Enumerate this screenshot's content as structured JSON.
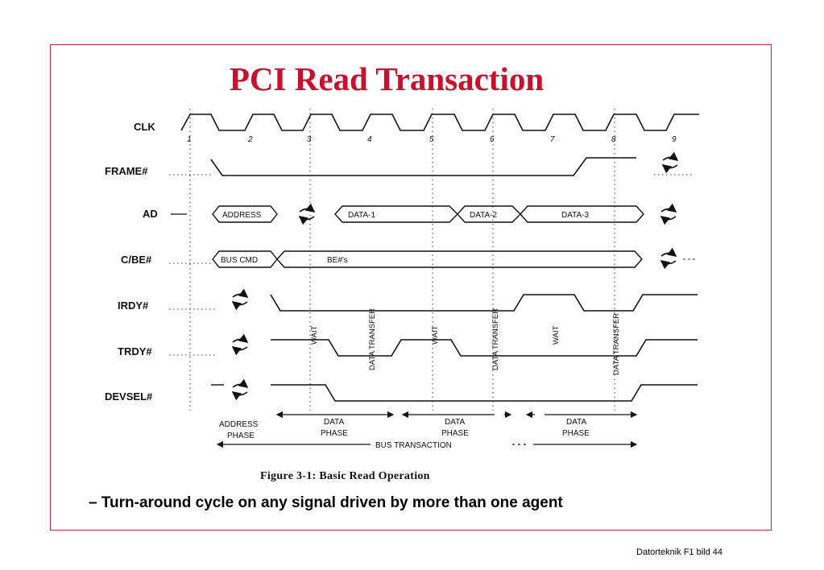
{
  "slide": {
    "title": "PCI Read Transaction",
    "bullet": "– Turn-around cycle on any signal driven by more than one agent",
    "footer": "Datorteknik F1 bild 44"
  },
  "figure": {
    "caption": "Figure 3-1:  Basic Read Operation",
    "signals": [
      "CLK",
      "FRAME#",
      "AD",
      "C/BE#",
      "IRDY#",
      "TRDY#",
      "DEVSEL#"
    ],
    "clock_numbers": [
      "1",
      "2",
      "3",
      "4",
      "5",
      "6",
      "7",
      "8",
      "9"
    ],
    "ad_values": [
      "ADDRESS",
      "DATA-1",
      "DATA-2",
      "DATA-3"
    ],
    "cbe_values": [
      "BUS CMD",
      "BE#'s"
    ],
    "annotations": {
      "wait_1": "WAIT",
      "transfer_1": "DATA TRANSFER",
      "wait_2": "WAIT",
      "transfer_2": "DATA TRANSFER",
      "wait_3": "WAIT",
      "transfer_3": "DATA TRANSFER"
    },
    "phases": {
      "address_phase": [
        "ADDRESS",
        "PHASE"
      ],
      "data_phase_1": [
        "DATA",
        "PHASE"
      ],
      "data_phase_2": [
        "DATA",
        "PHASE"
      ],
      "data_phase_3": [
        "DATA",
        "PHASE"
      ],
      "bus_transaction": "BUS TRANSACTION"
    },
    "icons": {
      "turnaround": "turnaround-arrows-icon"
    }
  }
}
